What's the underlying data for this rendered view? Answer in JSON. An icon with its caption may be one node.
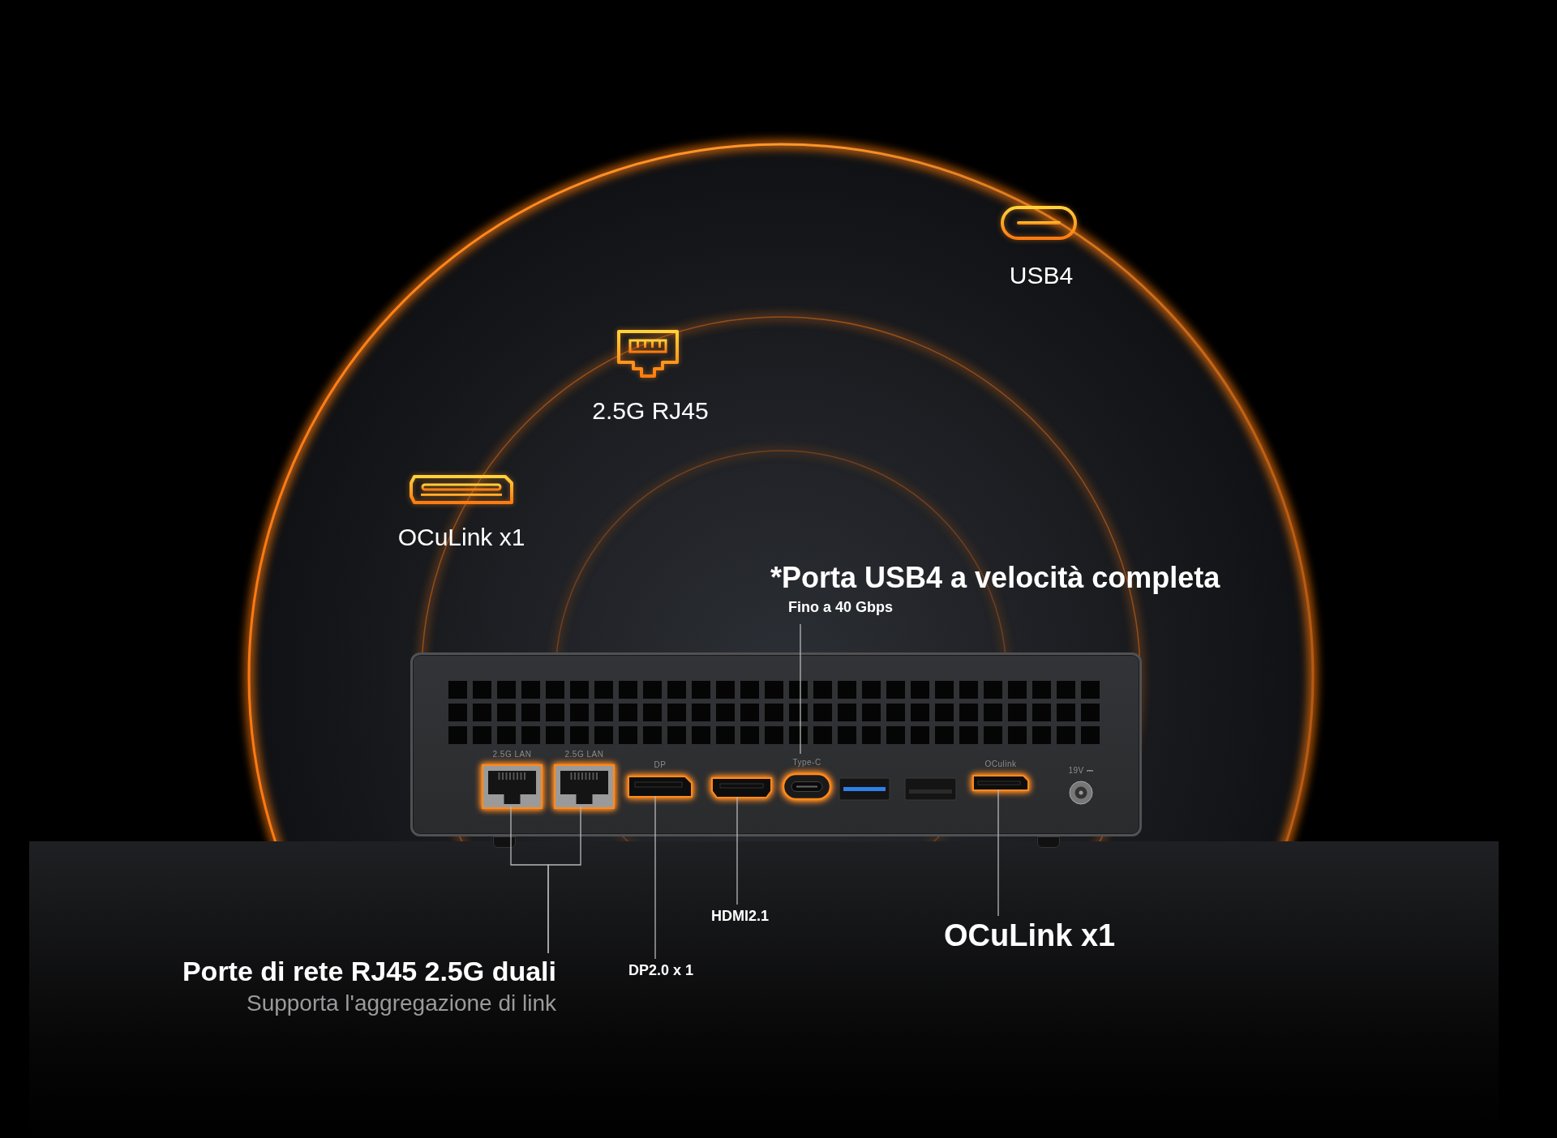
{
  "diagram": {
    "nodes": [
      {
        "text": [],
        "shape": "picture"
      },
      {
        "text": [
          "2.5G LAN"
        ],
        "in": 0
      },
      {
        "text": [
          "2.5G LAN"
        ],
        "in": 0
      },
      {
        "text": [
          "DP"
        ],
        "in": 0
      },
      {
        "text": [],
        "shape": "picture",
        "in": 0
      },
      {
        "text": [
          "Type-C"
        ],
        "in": 0
      },
      {
        "text": [],
        "shape": "picture",
        "in": 0
      },
      {
        "text": [],
        "shape": "picture",
        "in": 0
      },
      {
        "text": [
          "OCulink"
        ],
        "in": 0
      },
      {
        "text": [
          "19V ⎓"
        ],
        "in": 0
      },
      {
        "text": [
          "Porte di rete RJ45 2.5G duali",
          "Supporta l'aggregazione di link"
        ]
      },
      {
        "text": [
          "DP2.0 x 1"
        ]
      },
      {
        "text": [
          "HDMI2.1"
        ]
      },
      {
        "text": [
          "*Porta USB4 a velocità completa",
          "Fino a 40 Gbps"
        ]
      },
      {
        "text": [
          "OCuLink x1"
        ]
      }
    ],
    "edges": [
      {
        "from": 10,
        "to": 1,
        "arrow": "none"
      },
      {
        "from": 10,
        "to": 2,
        "arrow": "none"
      },
      {
        "from": 11,
        "to": 3,
        "arrow": "none"
      },
      {
        "from": 12,
        "to": 4,
        "arrow": "none"
      },
      {
        "from": 13,
        "to": 5,
        "arrow": "none"
      },
      {
        "from": 14,
        "to": 8,
        "arrow": "none"
      }
    ],
    "labels": [
      "USB4",
      "2.5G RJ45",
      "OCuLink x1"
    ]
  }
}
